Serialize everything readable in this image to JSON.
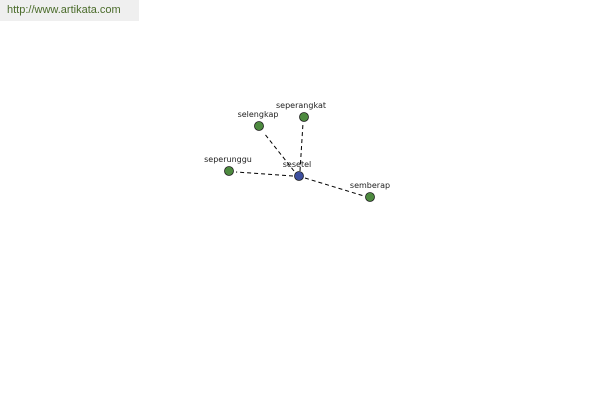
{
  "banner": {
    "url_text": "http://www.artikata.com"
  },
  "graph": {
    "center": {
      "label": "sesetel",
      "color": "#3d4f9f"
    },
    "neighbors": [
      {
        "label": "seperangkat",
        "color": "#4d8a3f"
      },
      {
        "label": "selengkap",
        "color": "#4d8a3f"
      },
      {
        "label": "seperunggu",
        "color": "#4d8a3f"
      },
      {
        "label": "semberap",
        "color": "#4d8a3f"
      }
    ]
  }
}
